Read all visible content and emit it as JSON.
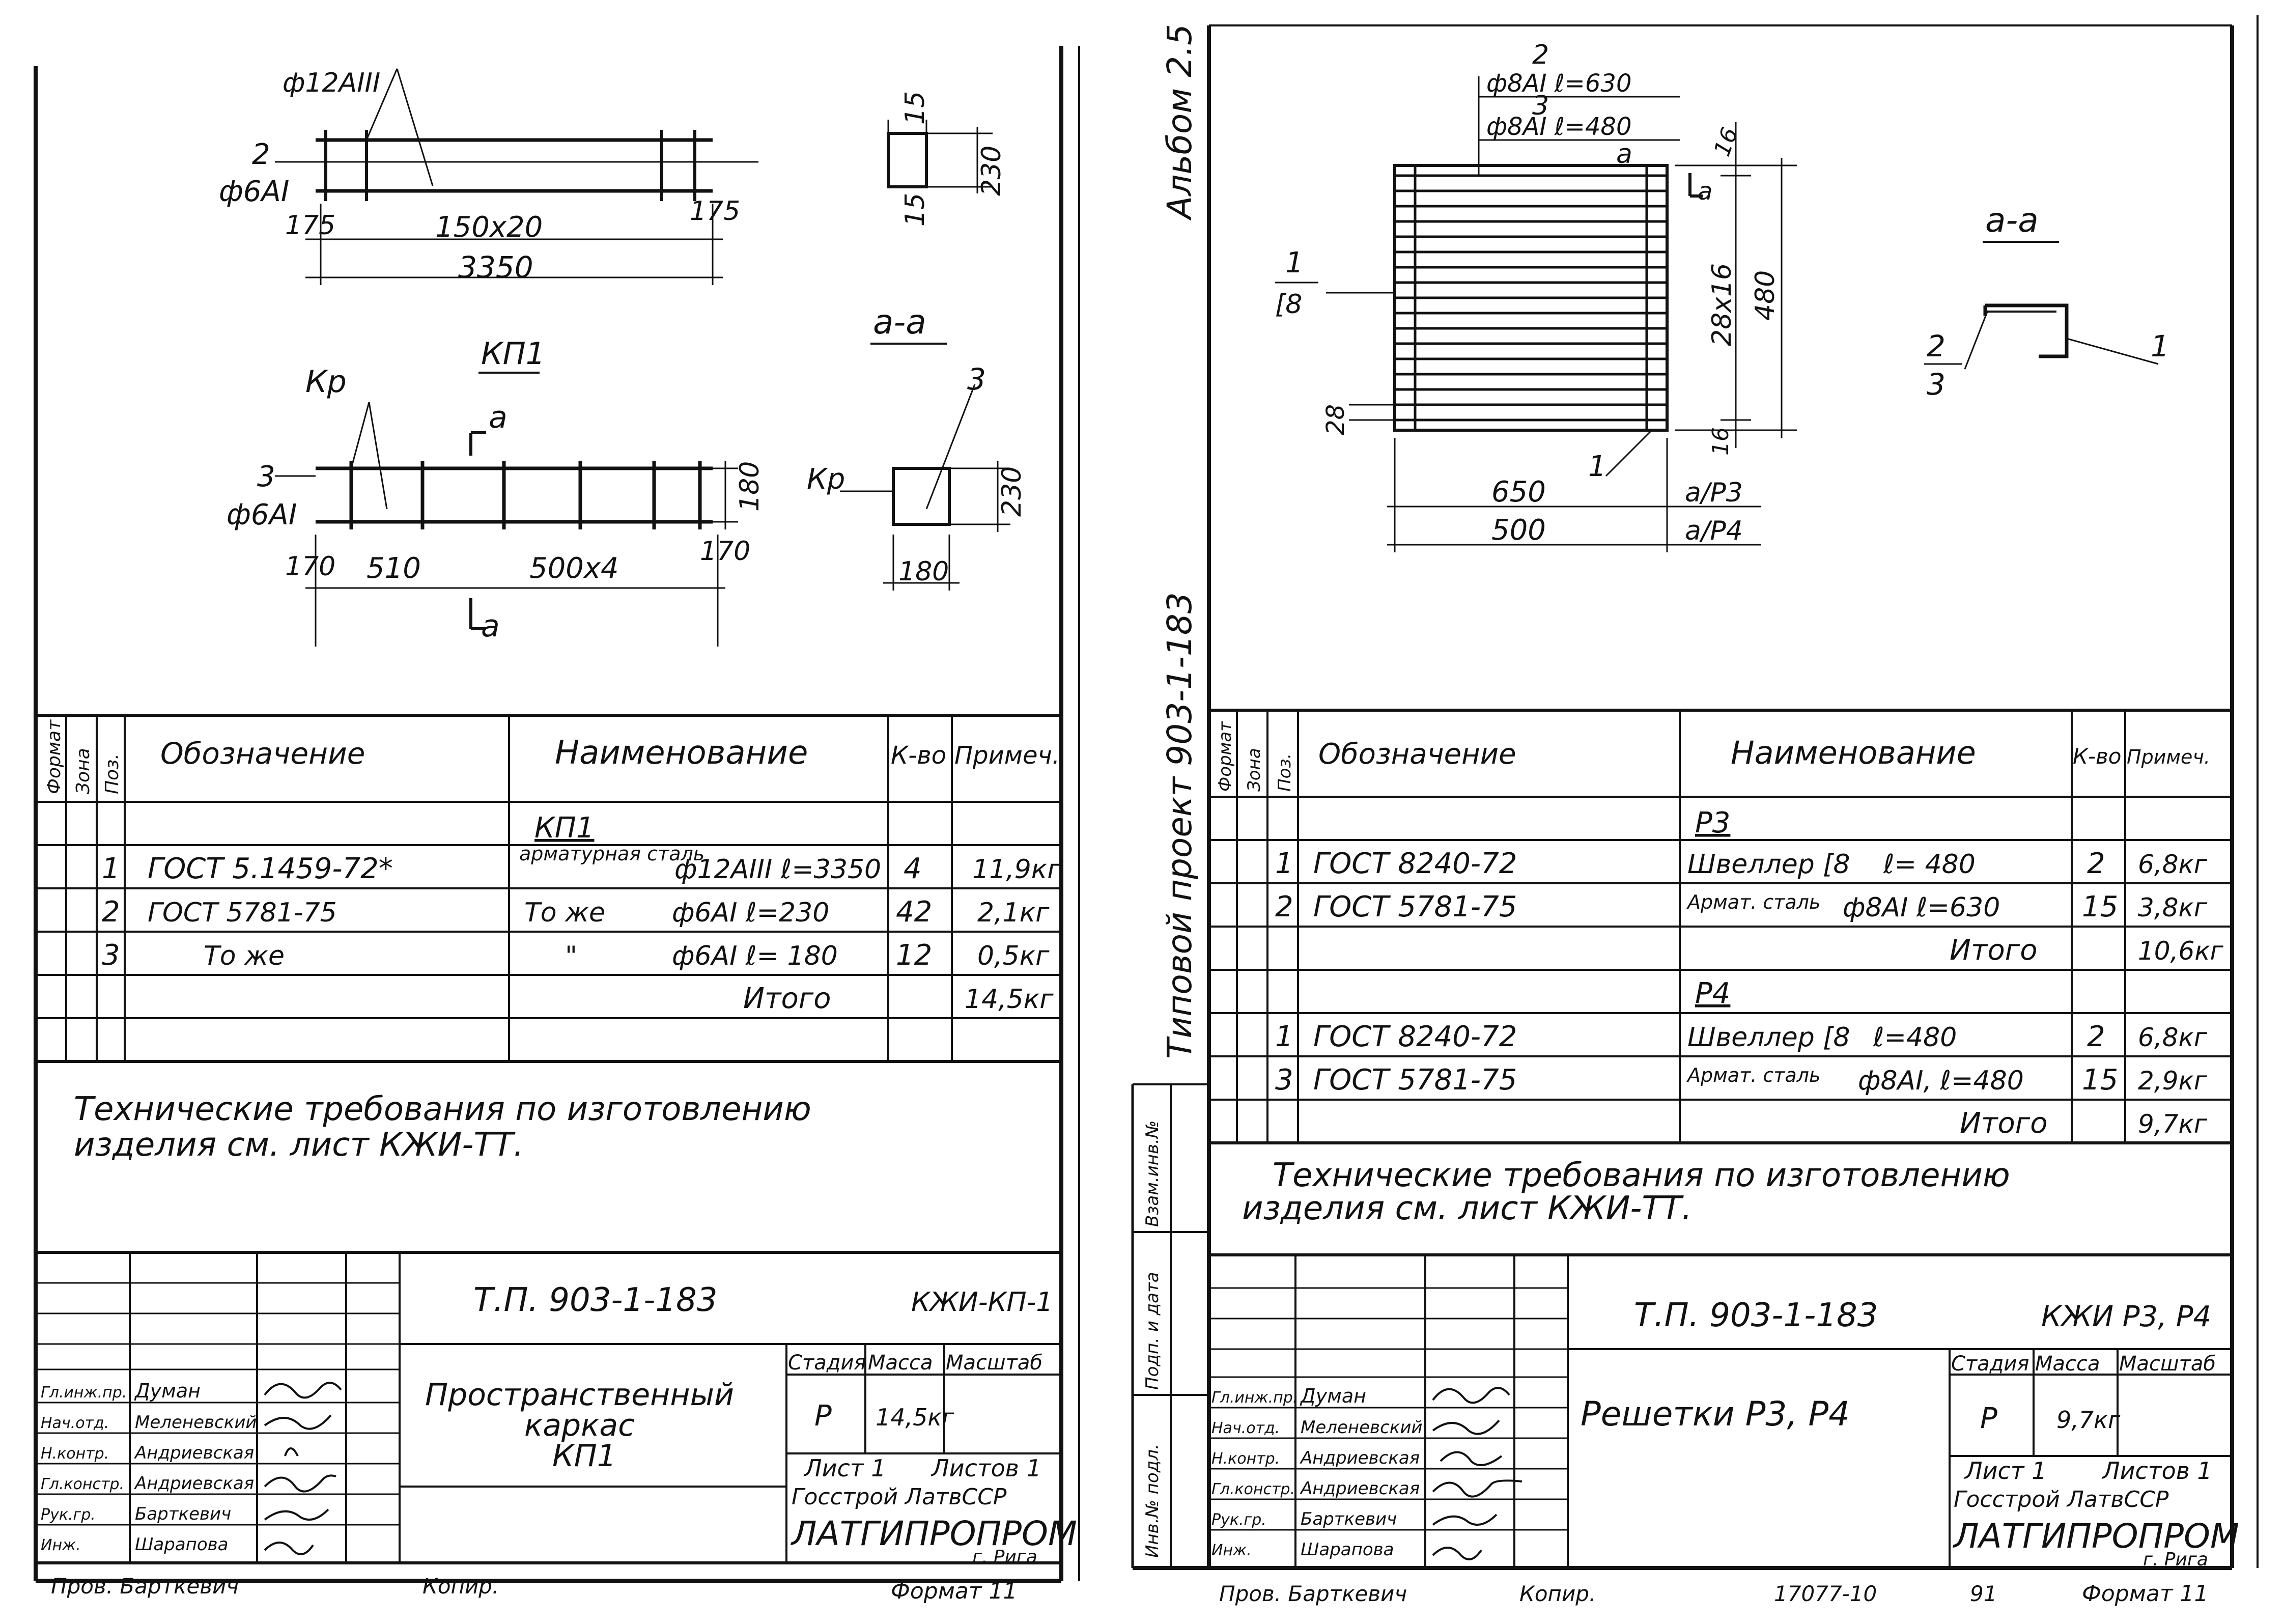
{
  "left": {
    "drawing": {
      "top_bar_label": "ф12АIII",
      "top_pos": "2",
      "top_pos_rebar": "ф6АI",
      "top_dims": [
        "175",
        "150х20",
        "175",
        "3350"
      ],
      "top_section_dims": [
        "15",
        "230",
        "15"
      ],
      "section_title": "а-а",
      "frame_title": "КП1",
      "kp_label": "Кр",
      "cut_label": "а",
      "mid_pos": "3",
      "mid_pos_rebar": "ф6АI",
      "mid_dims": [
        "170",
        "510",
        "500х4",
        "170"
      ],
      "mid_height": "180",
      "section_callout": "3",
      "section_kp": "Кр",
      "section_dims": [
        "230",
        "180"
      ]
    },
    "spec": {
      "headers": {
        "format": "Формат",
        "zone": "Зона",
        "pos": "Поз.",
        "designation": "Обозначение",
        "name": "Наименование",
        "qty": "К-во",
        "note": "Примеч."
      },
      "group": "КП1",
      "rows": [
        {
          "pos": "1",
          "designation": "ГОСТ 5.1459-72*",
          "name_a": "арматурная сталь",
          "name_b": "ф12АIII ℓ=3350",
          "qty": "4",
          "note": "11,9кг"
        },
        {
          "pos": "2",
          "designation": "ГОСТ 5781-75",
          "name_a": "То же",
          "name_b": "ф6АI ℓ=230",
          "qty": "42",
          "note": "2,1кг"
        },
        {
          "pos": "3",
          "designation": "То же",
          "name_a": "\"",
          "name_b": "ф6АI ℓ= 180",
          "qty": "12",
          "note": "0,5кг"
        }
      ],
      "total_label": "Итого",
      "total": "14,5кг"
    },
    "tech_req_1": "Технические требования по изготовлению",
    "tech_req_2": "изделия см. лист КЖИ-ТТ.",
    "title_block": {
      "project": "Т.П. 903-1-183",
      "code": "КЖИ-КП-1",
      "title_1": "Пространственный",
      "title_2": "каркас",
      "title_3": "КП1",
      "stage_label": "Стадия",
      "mass_label": "Масса",
      "scale_label": "Масштаб",
      "stage": "Р",
      "mass": "14,5кг",
      "sheet": "Лист 1",
      "sheets": "Листов 1",
      "org_1": "Госстрой ЛатвССР",
      "org_2": "ЛАТГИПРОПРОМ",
      "org_3": "г. Рига",
      "signers": [
        {
          "role": "Гл.инж.пр.",
          "name": "Думан"
        },
        {
          "role": "Нач.отд.",
          "name": "Меленевский"
        },
        {
          "role": "Н.контр.",
          "name": "Андриевская"
        },
        {
          "role": "Гл.констр.",
          "name": "Андриевская"
        },
        {
          "role": "Рук.гр.",
          "name": "Барткевич"
        },
        {
          "role": "Инж.",
          "name": "Шарапова"
        }
      ],
      "footer_prov": "Пров. Барткевич",
      "footer_copy": "Копир.",
      "footer_format": "Формат 11"
    }
  },
  "right": {
    "side_labels": {
      "album": "Альбом 2.5",
      "project": "Типовой проект 903-1-183",
      "inv1": "Взам.инв.№",
      "sign": "Подп. и дата",
      "inv2": "Инв.№ подл."
    },
    "drawing": {
      "pos2": "2",
      "pos2_text": "ф8АI ℓ=630",
      "pos3": "3",
      "pos3_text": "ф8АI ℓ=480",
      "cut_label": "а",
      "pos1": "1",
      "channel": "[8",
      "dims_v": [
        "16",
        "28х16",
        "480",
        "16",
        "28"
      ],
      "dims_h": [
        "650",
        "500"
      ],
      "variant_1": "а/Р3",
      "variant_2": "а/Р4",
      "bottom_pos": "1",
      "section_title": "а-а",
      "sec_pos_a": "2",
      "sec_pos_b": "3",
      "sec_pos_c": "1"
    },
    "spec": {
      "headers": {
        "format": "Формат",
        "zone": "Зона",
        "pos": "Поз.",
        "designation": "Обозначение",
        "name": "Наименование",
        "qty": "К-во",
        "note": "Примеч."
      },
      "group_1": "Р3",
      "rows_1": [
        {
          "pos": "1",
          "designation": "ГОСТ 8240-72",
          "name_a": "Швеллер [8",
          "name_b": "ℓ= 480",
          "qty": "2",
          "note": "6,8кг"
        },
        {
          "pos": "2",
          "designation": "ГОСТ 5781-75",
          "name_a": "Армат. сталь",
          "name_b": "ф8АI ℓ=630",
          "qty": "15",
          "note": "3,8кг"
        }
      ],
      "total_1": "10,6кг",
      "group_2": "Р4",
      "rows_2": [
        {
          "pos": "1",
          "designation": "ГОСТ 8240-72",
          "name_a": "Швеллер [8",
          "name_b": "ℓ=480",
          "qty": "2",
          "note": "6,8кг"
        },
        {
          "pos": "3",
          "designation": "ГОСТ 5781-75",
          "name_a": "Армат. сталь",
          "name_b": "ф8АI, ℓ=480",
          "qty": "15",
          "note": "2,9кг"
        }
      ],
      "total_label": "Итого",
      "total_2": "9,7кг"
    },
    "tech_req_1": "Технические требования по изготовлению",
    "tech_req_2": "изделия см. лист КЖИ-ТТ.",
    "title_block": {
      "project": "Т.П. 903-1-183",
      "code": "КЖИ Р3, Р4",
      "title": "Решетки Р3, Р4",
      "stage_label": "Стадия",
      "mass_label": "Масса",
      "scale_label": "Масштаб",
      "stage": "Р",
      "mass": "9,7кг",
      "sheet": "Лист 1",
      "sheets": "Листов 1",
      "org_1": "Госстрой ЛатвССР",
      "org_2": "ЛАТГИПРОПРОМ",
      "org_3": "г. Рига",
      "signers": [
        {
          "role": "Гл.инж.пр.",
          "name": "Думан"
        },
        {
          "role": "Нач.отд.",
          "name": "Меленевский"
        },
        {
          "role": "Н.контр.",
          "name": "Андриевская"
        },
        {
          "role": "Гл.констр.",
          "name": "Андриевская"
        },
        {
          "role": "Рук.гр.",
          "name": "Барткевич"
        },
        {
          "role": "Инж.",
          "name": "Шарапова"
        }
      ],
      "footer_prov": "Пров. Барткевич",
      "footer_copy": "Копир.",
      "footer_number": "17077-10",
      "footer_page": "91",
      "footer_format": "Формат 11"
    }
  }
}
